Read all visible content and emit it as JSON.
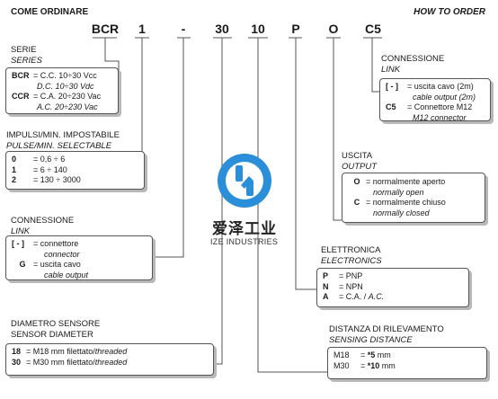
{
  "header": {
    "left": "COME ORDINARE",
    "right": "HOW TO ORDER"
  },
  "codes": [
    "BCR",
    "1",
    "-",
    "30",
    "10",
    "P",
    "O",
    "C5"
  ],
  "serie": {
    "title": "SERIE",
    "title_en": "SERIES",
    "rows": [
      {
        "key": "BCR",
        "text": "= C.C. 10÷30 Vcc",
        "sub": "D.C. 10÷30 Vdc"
      },
      {
        "key": "CCR",
        "text": "= C.A. 20÷230 Vac",
        "sub": "A.C. 20÷230 Vac"
      }
    ]
  },
  "impulsi": {
    "title": "IMPULSI/MIN. IMPOSTABILE",
    "title_en": "PULSE/MIN. SELECTABLE",
    "rows": [
      {
        "key": "0",
        "text": "= 0,6 ÷ 6"
      },
      {
        "key": "1",
        "text": "= 6 ÷ 140"
      },
      {
        "key": "2",
        "text": "= 130 ÷ 3000"
      }
    ]
  },
  "connessione_left": {
    "title": "CONNESSIONE",
    "title_en": "LINK",
    "rows": [
      {
        "key": "[ - ]",
        "text": "= connettore",
        "sub": "connector"
      },
      {
        "key": "G",
        "text": "= uscita cavo",
        "sub": "cable output"
      }
    ]
  },
  "diametro": {
    "title": "DIAMETRO SENSORE",
    "title_en": "SENSOR DIAMETER",
    "rows": [
      {
        "key": "18",
        "text": "= M18 mm filettato/",
        "it": "threaded"
      },
      {
        "key": "30",
        "text": "= M30 mm filettato/",
        "it": "threaded"
      }
    ]
  },
  "connessione_right": {
    "title": "CONNESSIONE",
    "title_en": "LINK",
    "rows": [
      {
        "key": "[ - ]",
        "text": "= uscita cavo (2m)",
        "sub": "cable output (2m)"
      },
      {
        "key": "C5",
        "text": "= Connettore M12",
        "sub": "M12 connector"
      }
    ]
  },
  "uscita": {
    "title": "USCITA",
    "title_en": "OUTPUT",
    "rows": [
      {
        "key": "O",
        "text": "= normalmente aperto",
        "sub": "normally open"
      },
      {
        "key": "C",
        "text": "= normalmente chiuso",
        "sub": "normally closed"
      }
    ]
  },
  "elettronica": {
    "title": "ELETTRONICA",
    "title_en": "ELECTRONICS",
    "rows": [
      {
        "key": "P",
        "text": "= PNP"
      },
      {
        "key": "N",
        "text": "= NPN"
      },
      {
        "key": "A",
        "text": "= C.A. / ",
        "it": "A.C."
      }
    ]
  },
  "distanza": {
    "title": "DISTANZA DI RILEVAMENTO",
    "title_en": "SENSING DISTANCE",
    "rows": [
      {
        "key": "M18",
        "text": "= ",
        "bold": "*5",
        "tail": " mm"
      },
      {
        "key": "M30",
        "text": "= ",
        "bold": "*10",
        "tail": " mm"
      }
    ]
  },
  "logo": {
    "cn": "爱泽工业",
    "en": "IZE INDUSTRIES"
  }
}
